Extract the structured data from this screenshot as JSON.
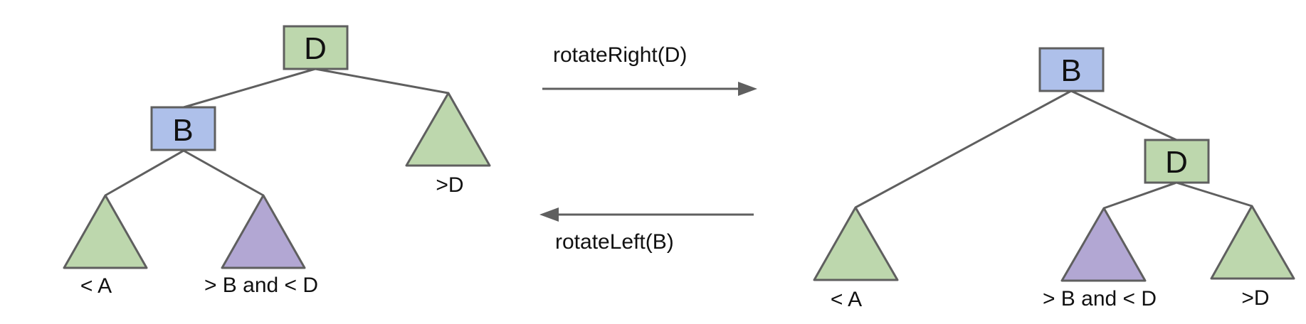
{
  "diagram": {
    "colors": {
      "green_node": "#bdd7ad",
      "blue_node": "#aec0ea",
      "purple_subtree": "#b2a7d3",
      "green_subtree": "#bdd7ad",
      "stroke": "#5f5f5f",
      "edge": "#5f5f5f"
    },
    "left_tree": {
      "root": {
        "label": "D",
        "color": "green"
      },
      "child": {
        "label": "B",
        "color": "blue"
      },
      "subtree_lt_a": "< A",
      "subtree_b_d": "> B and < D",
      "subtree_gt_d": ">D"
    },
    "right_tree": {
      "root": {
        "label": "B",
        "color": "blue"
      },
      "child": {
        "label": "D",
        "color": "green"
      },
      "subtree_lt_a": "< A",
      "subtree_b_d": "> B and < D",
      "subtree_gt_d": ">D"
    },
    "operations": {
      "right_rotation": "rotateRight(D)",
      "left_rotation": "rotateLeft(B)"
    }
  }
}
